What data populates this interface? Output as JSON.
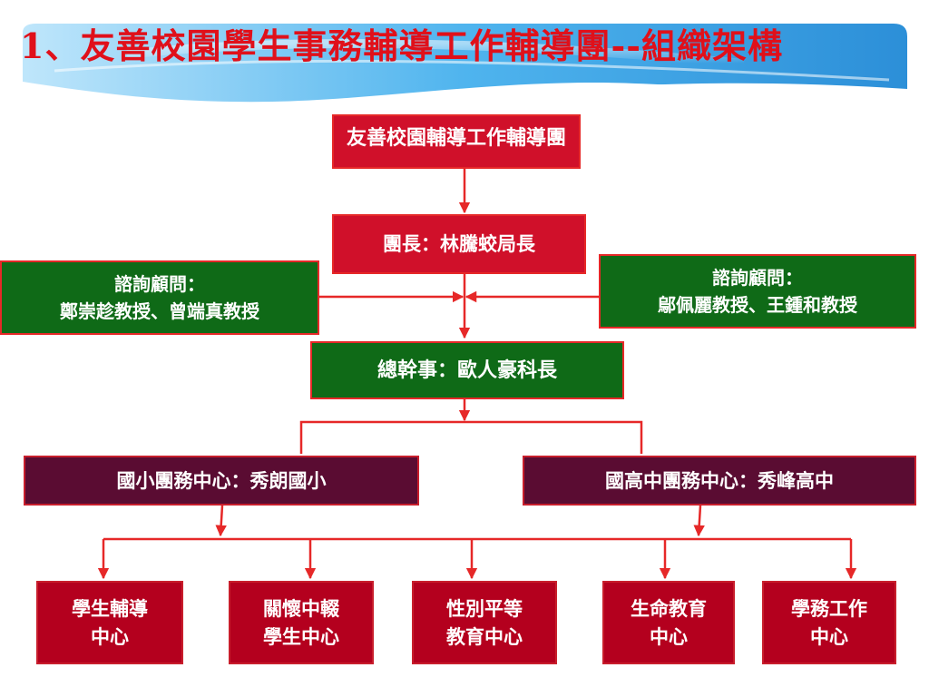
{
  "title": "1、友善校園學生事務輔導工作輔導團--組織架構",
  "nodes": {
    "team": "友善校園輔導工作輔導團",
    "leader": "團長：林騰蛟局長",
    "advisor_left_title": "諮詢顧問：",
    "advisor_left_names": "鄭崇趁教授、曾端真教授",
    "advisor_right_title": "諮詢顧問：",
    "advisor_right_names": "鄔佩麗教授、王鍾和教授",
    "secretary": "總幹事：歐人豪科長",
    "elementary_center": "國小團務中心：秀朗國小",
    "secondary_center": "國高中團務中心：秀峰高中",
    "units": [
      {
        "line1": "學生輔導",
        "line2": "中心"
      },
      {
        "line1": "關懷中輟",
        "line2": "學生中心"
      },
      {
        "line1": "性別平等",
        "line2": "教育中心"
      },
      {
        "line1": "生命教育",
        "line2": "中心"
      },
      {
        "line1": "學務工作",
        "line2": "中心"
      }
    ]
  },
  "colors": {
    "title": "#e0101a",
    "red_box": "#d0102a",
    "green_box": "#0f6a17",
    "plum_box": "#5a0c32",
    "crimson_box": "#b4001e",
    "line": "#e62828"
  }
}
